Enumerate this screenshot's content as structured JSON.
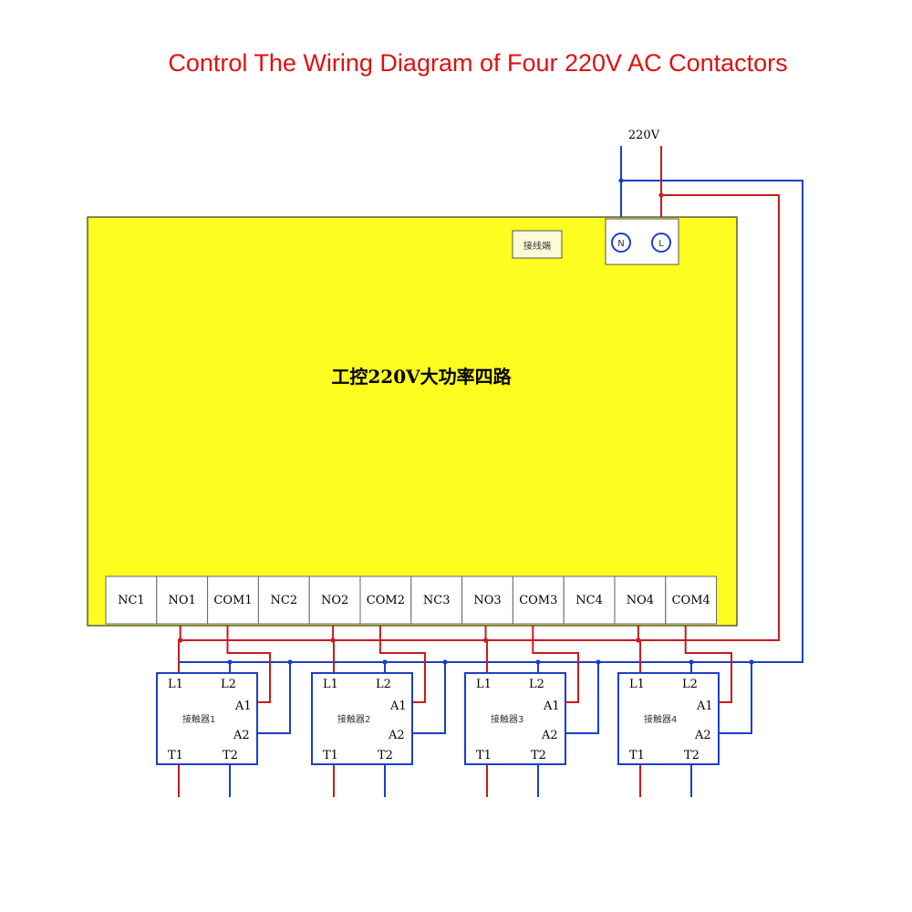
{
  "title": "Control The Wiring Diagram of Four 220V AC Contactors",
  "supply": {
    "voltage": "220V",
    "n_label": "N",
    "l_label": "L"
  },
  "board": {
    "main_label": "工控220V大功率四路",
    "small_label": "接线端",
    "terminals": [
      "NC1",
      "NO1",
      "COM1",
      "NC2",
      "NO2",
      "COM2",
      "NC3",
      "NO3",
      "COM3",
      "NC4",
      "NO4",
      "COM4"
    ]
  },
  "contactors": [
    {
      "name": "接触器1",
      "pins": {
        "l1": "L1",
        "l2": "L2",
        "a1": "A1",
        "a2": "A2",
        "t1": "T1",
        "t2": "T2"
      }
    },
    {
      "name": "接触器2",
      "pins": {
        "l1": "L1",
        "l2": "L2",
        "a1": "A1",
        "a2": "A2",
        "t1": "T1",
        "t2": "T2"
      }
    },
    {
      "name": "接触器3",
      "pins": {
        "l1": "L1",
        "l2": "L2",
        "a1": "A1",
        "a2": "A2",
        "t1": "T1",
        "t2": "T2"
      }
    },
    {
      "name": "接触器4",
      "pins": {
        "l1": "L1",
        "l2": "L2",
        "a1": "A1",
        "a2": "A2",
        "t1": "T1",
        "t2": "T2"
      }
    }
  ],
  "colors": {
    "title": "#e01010",
    "live": "#cc1a1a",
    "neutral": "#1a3fcc",
    "board": "#fdfd20",
    "board_border": "#333333"
  }
}
